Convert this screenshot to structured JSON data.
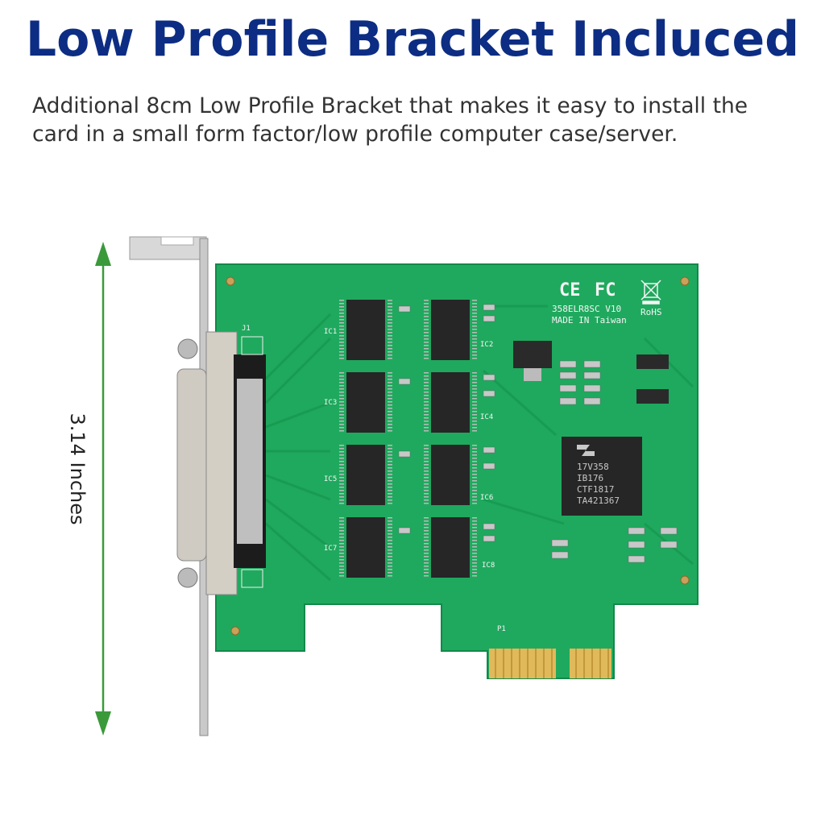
{
  "title": "Low Profile Bracket Incluced",
  "description": {
    "line1": "Additional 8cm Low Profile Bracket that makes it easy to install the",
    "line2": "card in a small form factor/low profile computer case/server."
  },
  "dimension": {
    "label": "3.14 Inches"
  },
  "board": {
    "model": "358ELR8SC V10",
    "origin": "MADE IN Taiwan",
    "certifications": [
      "CE",
      "FC",
      "RoHS"
    ],
    "controller_chip": [
      "17V358",
      "IB176",
      "CTF1817",
      "TA421367"
    ],
    "ic_labels": [
      "IC1",
      "IC2",
      "IC3",
      "IC4",
      "IC5",
      "IC6",
      "IC7",
      "IC8"
    ],
    "connector_label": "J1",
    "edge_label": "P1"
  },
  "colors": {
    "title": "#0c2d83",
    "pcb": "#1fa95e",
    "arrow": "#3a9a3a"
  }
}
